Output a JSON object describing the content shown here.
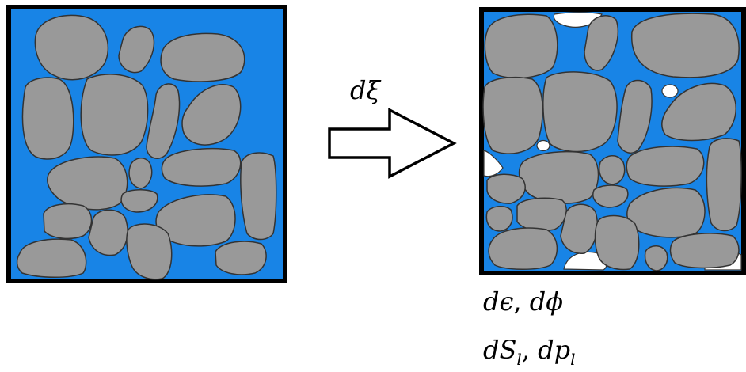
{
  "colors": {
    "fluid": "#1884e6",
    "grain": "#999999",
    "grain_stroke": "#333333",
    "frame": "#000000",
    "void": "#ffffff"
  },
  "arrow": {
    "label_base": "d",
    "label_var": "ξ",
    "icon": "right-arrow-icon"
  },
  "labels": {
    "line1": {
      "a_base": "d",
      "a_var": "ϵ",
      "sep": ", ",
      "b_base": "d",
      "b_var": "ϕ"
    },
    "line2": {
      "a_base": "dS",
      "a_sub": "l",
      "sep": ", ",
      "b_base": "dp",
      "b_sub": "l"
    }
  }
}
